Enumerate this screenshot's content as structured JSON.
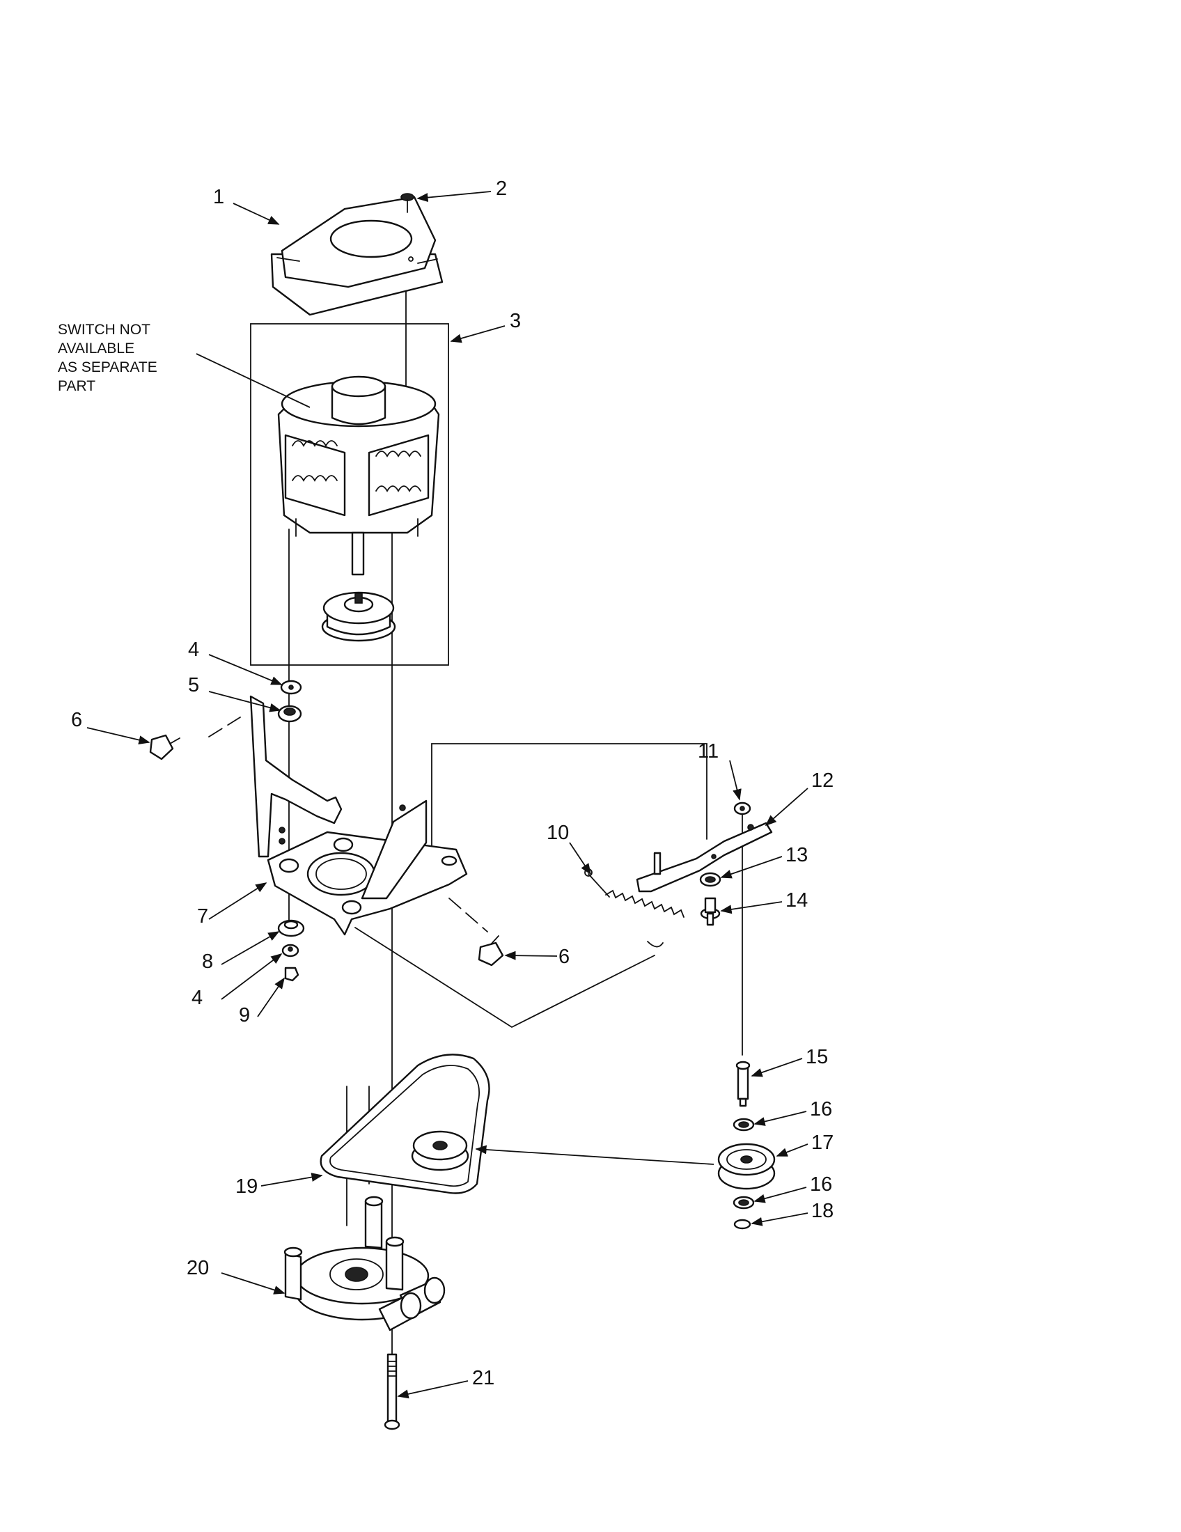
{
  "note": {
    "lines": [
      "SWITCH NOT",
      "AVAILABLE",
      "AS SEPARATE",
      "PART"
    ]
  },
  "callouts": [
    {
      "id": "c1",
      "number": "1"
    },
    {
      "id": "c2",
      "number": "2"
    },
    {
      "id": "c3",
      "number": "3"
    },
    {
      "id": "c4a",
      "number": "4"
    },
    {
      "id": "c5",
      "number": "5"
    },
    {
      "id": "c6a",
      "number": "6"
    },
    {
      "id": "c7",
      "number": "7"
    },
    {
      "id": "c8",
      "number": "8"
    },
    {
      "id": "c4b",
      "number": "4"
    },
    {
      "id": "c9",
      "number": "9"
    },
    {
      "id": "c6b",
      "number": "6"
    },
    {
      "id": "c10",
      "number": "10"
    },
    {
      "id": "c11",
      "number": "11"
    },
    {
      "id": "c12",
      "number": "12"
    },
    {
      "id": "c13",
      "number": "13"
    },
    {
      "id": "c14",
      "number": "14"
    },
    {
      "id": "c15",
      "number": "15"
    },
    {
      "id": "c16a",
      "number": "16"
    },
    {
      "id": "c17",
      "number": "17"
    },
    {
      "id": "c16b",
      "number": "16"
    },
    {
      "id": "c18",
      "number": "18"
    },
    {
      "id": "c19",
      "number": "19"
    },
    {
      "id": "c20",
      "number": "20"
    },
    {
      "id": "c21",
      "number": "21"
    }
  ]
}
